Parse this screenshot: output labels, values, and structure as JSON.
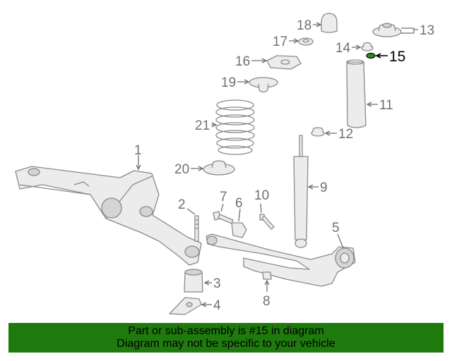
{
  "diagram": {
    "highlight_color": "#2e8b1e",
    "labels": {
      "p1": "1",
      "p2": "2",
      "p3": "3",
      "p4": "4",
      "p5": "5",
      "p6": "6",
      "p7": "7",
      "p8": "8",
      "p9": "9",
      "p10": "10",
      "p11": "11",
      "p12": "12",
      "p13": "13",
      "p14": "14",
      "p15": "15",
      "p16": "16",
      "p17": "17",
      "p18": "18",
      "p19": "19",
      "p20": "20",
      "p21": "21"
    }
  },
  "banner": {
    "line1": "Part or sub-assembly is #15 in diagram",
    "line2": "Diagram may not be specific to your vehicle",
    "color": "#1f7a0e"
  }
}
